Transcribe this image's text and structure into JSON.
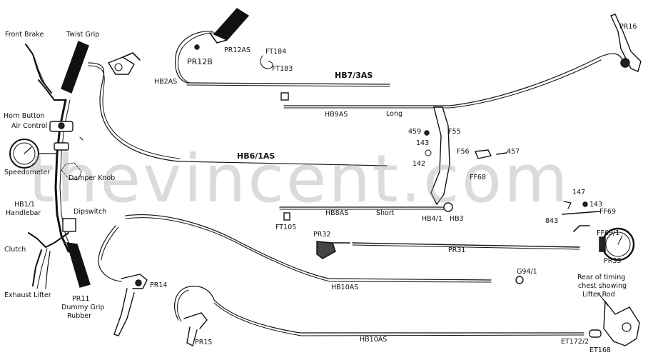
{
  "watermark": "thevincent.com",
  "labels": {
    "front_brake": "Front Brake",
    "twist_grip": "Twist Grip",
    "horn_button": "Horn Button",
    "air_control": "Air Control",
    "speedometer": "Speedometer",
    "damper_knob": "Damper Knob",
    "hb1_1": "HB1/1",
    "handlebar": "Handlebar",
    "dipswitch": "Dipswitch",
    "clutch": "Clutch",
    "exhaust_lifter": "Exhaust Lifter",
    "pr11": "PR11",
    "dummy_grip": "Dummy Grip",
    "rubber": "Rubber",
    "pr12as": "PR12AS",
    "pr12b": "PR12B",
    "ft184": "FT184",
    "ft183": "FT183",
    "hb2as": "HB2AS",
    "hb7_3as": "HB7/3AS",
    "pr16": "PR16",
    "hb9as": "HB9AS",
    "long": "Long",
    "n459": "459",
    "f55": "F55",
    "n143a": "143",
    "f56": "F56",
    "n457": "457",
    "n142": "142",
    "ff68": "FF68",
    "hb6_1as": "HB6/1AS",
    "hb8as": "HB8AS",
    "short": "Short",
    "hb4_1": "HB4/1",
    "hb3": "HB3",
    "ft105": "FT105",
    "n147": "147",
    "n143b": "143",
    "n843": "843",
    "ff69": "FF69",
    "ff69_1": "FF69/1",
    "pr32": "PR32",
    "pr31": "PR31",
    "pr33": "PR33",
    "pr14": "PR14",
    "hb10as_a": "HB10AS",
    "g94_1": "G94/1",
    "rear_timing_1": "Rear of timing",
    "rear_timing_2": "chest showing",
    "rear_timing_3": "Lifter Rod",
    "pr15": "PR15",
    "hb10as_b": "HB10AS",
    "et172_2": "ET172/2",
    "et168": "ET168"
  }
}
